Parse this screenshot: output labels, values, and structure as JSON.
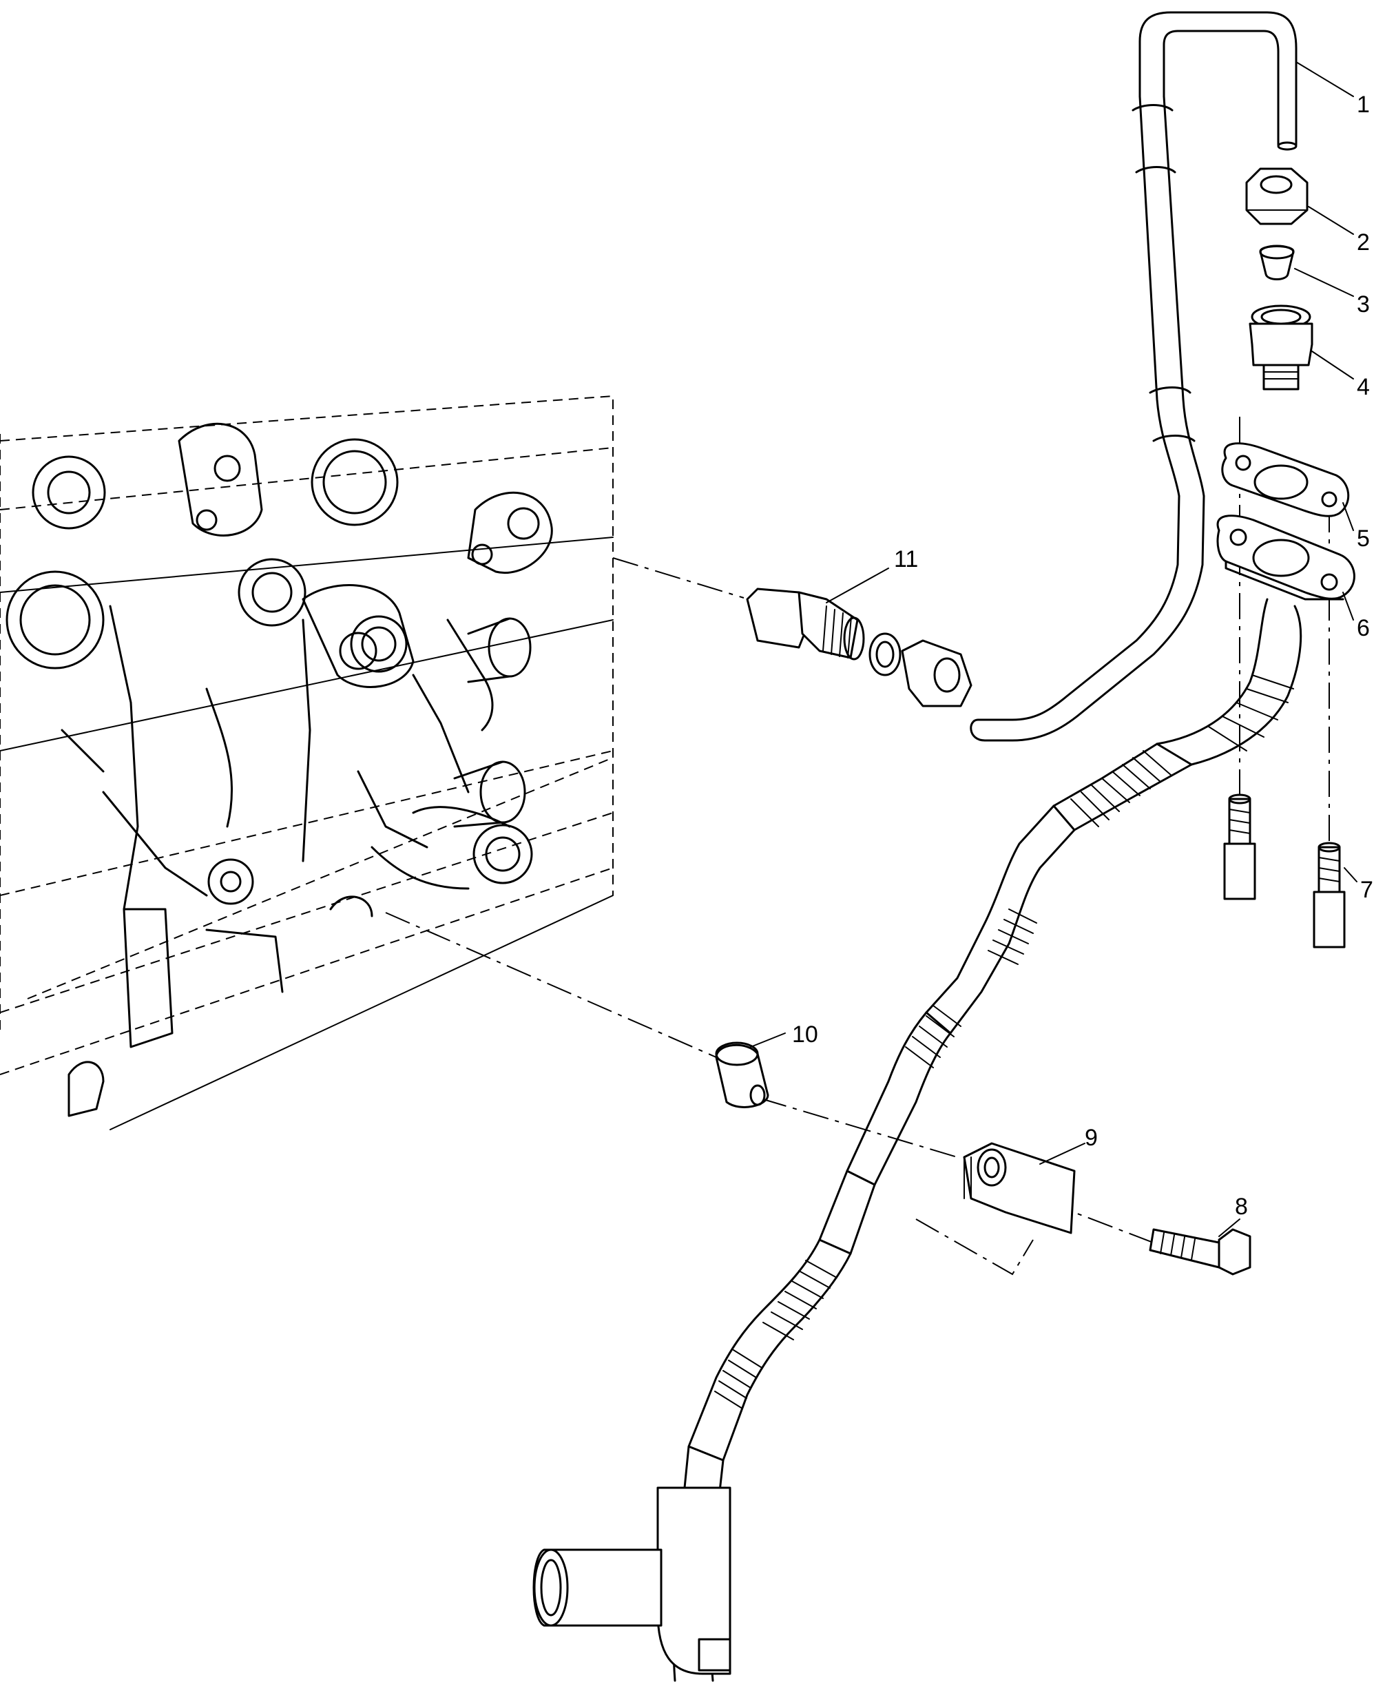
{
  "callouts": [
    {
      "id": "1",
      "text": "1"
    },
    {
      "id": "2",
      "text": "2"
    },
    {
      "id": "3",
      "text": "3"
    },
    {
      "id": "4",
      "text": "4"
    },
    {
      "id": "5",
      "text": "5"
    },
    {
      "id": "6",
      "text": "6"
    },
    {
      "id": "7",
      "text": "7"
    },
    {
      "id": "8",
      "text": "8"
    },
    {
      "id": "9",
      "text": "9"
    },
    {
      "id": "10",
      "text": "10"
    },
    {
      "id": "11",
      "text": "11"
    }
  ],
  "colors": {
    "line": "#000000",
    "background": "#ffffff"
  }
}
